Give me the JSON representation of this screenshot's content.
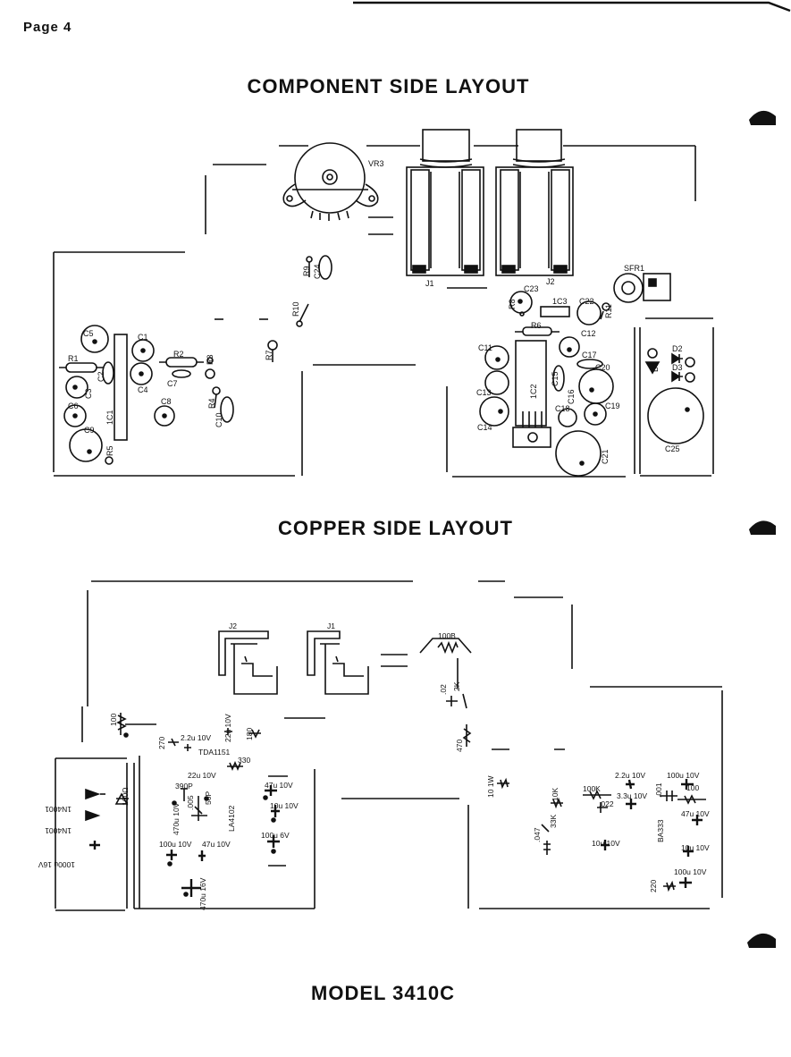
{
  "page": {
    "label": "Page 4"
  },
  "titles": {
    "component_side": "COMPONENT SIDE LAYOUT",
    "copper_side": "COPPER SIDE LAYOUT",
    "model": "MODEL 3410C"
  },
  "component_labels": {
    "vr3": "VR3",
    "sfr1": "SFR1",
    "r9": "R9",
    "c24": "C24",
    "r10": "R10",
    "r7": "R7",
    "j1": "J1",
    "j2": "J2",
    "c23": "C23",
    "r8": "R8",
    "ic3": "1C3",
    "c22": "C22",
    "r11": "R11",
    "c5": "C5",
    "c1": "C1",
    "r1": "R1",
    "r2": "R2",
    "r3": "R3",
    "c2": "C2",
    "c3": "C3",
    "c4": "C4",
    "c7": "C7",
    "c8": "C8",
    "r4": "R4",
    "c10": "C10",
    "c6": "C6",
    "ic1": "1C1",
    "c9": "C9",
    "r5": "R5",
    "r6": "R6",
    "c12": "C12",
    "c11": "C11",
    "c17": "C17",
    "c15": "C15",
    "c20": "C20",
    "c13": "C13",
    "ic2": "1C2",
    "c16": "C16",
    "c18": "C18",
    "c19": "C19",
    "c14": "C14",
    "c21": "C21",
    "d2": "D2",
    "d3": "D3",
    "d1": "D1",
    "c25": "C25"
  },
  "copper_labels": {
    "j2": "J2",
    "j1": "J1",
    "r100b": "100B",
    "c02": ".02",
    "r2k": "2K",
    "r100": "100",
    "r270": "270",
    "c22u10v": "2.2u 10V",
    "c22u10v_b": "22u 10V",
    "r180": "180",
    "tda": "TDA1151",
    "r330": "330",
    "r470": "470",
    "c22u10v_c": "22u 10V",
    "c390p": "390P",
    "c56p": "56P",
    "c005": ".005",
    "c47u10v": "47u 10V",
    "c10u10v": "10u 10V",
    "c470u10v": "470u 10V",
    "la4102": "LA4102",
    "c100u6v": "100u 6V",
    "c100u10v": "100u 10V",
    "c47u10v_b": "47u 10V",
    "c470u16v": "470u 16V",
    "d1n4001": "1N4001",
    "d1n4001_b": "1N4001",
    "r100ohm": "100Ω",
    "c1000u16v": "1000u 16V",
    "r10w": "10 1W",
    "r10k": "10K",
    "r100k": "100K",
    "c022": ".022",
    "c22u10v_d": "2.2u 10V",
    "c33u10v": "3.3u 10V",
    "c001": ".001",
    "ba333": "BA333",
    "c100u10v_b": "100u 10V",
    "r100_b": "100",
    "c47u10v_c": "47u 10V",
    "c047": ".047",
    "r33k": "33K",
    "c10u10v_b": "10u 10V",
    "c10u10v_c": "10u 10V",
    "r220": "220",
    "c100u10v_c": "100u 10V"
  }
}
